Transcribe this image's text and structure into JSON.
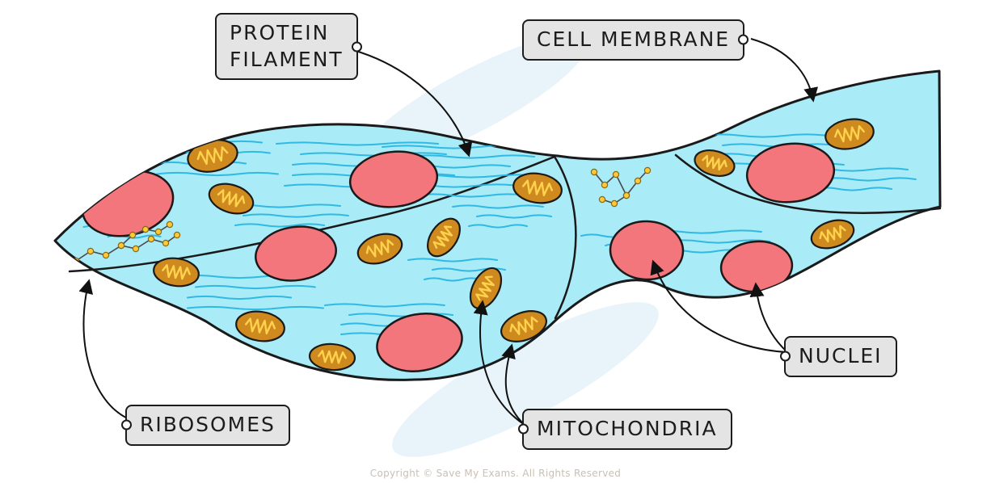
{
  "diagram": {
    "labels": {
      "protein_filament": "PROTEIN\nFILAMENT",
      "cell_membrane": "CELL MEMBRANE",
      "ribosomes": "RIBOSOMES",
      "mitochondria": "MITOCHONDRIA",
      "nuclei": "NUCLEI"
    },
    "footer": "Copyright © Save My Exams. All Rights Reserved",
    "colors": {
      "cell_fill": "#a9ebf7",
      "cell_outline": "#1a1a1a",
      "nucleus_fill": "#f2767c",
      "mitochondrion_fill": "#cf8a1f",
      "mitochondrion_crista": "#ffd24d",
      "filament_stroke": "#29b7e2",
      "ribosome_fill": "#ffc93c",
      "ribosome_edge": "#8a6a10",
      "chain_line": "#4a4a4a",
      "label_bg": "#e4e4e4",
      "label_border": "#1c1c1c",
      "arrow": "#111111",
      "footer_text": "#c9bfb4",
      "watermark": "#ddeef7"
    }
  }
}
